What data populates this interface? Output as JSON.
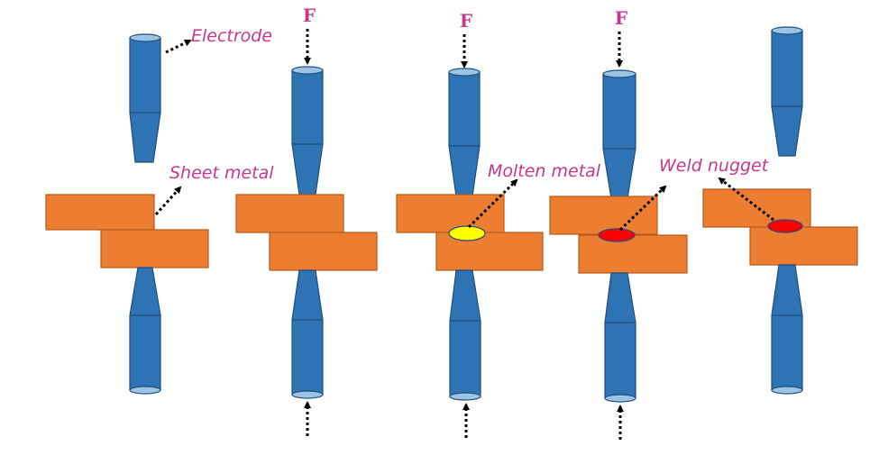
{
  "labels": {
    "electrode": "Electrode",
    "sheet_metal": "Sheet metal",
    "molten_metal": "Molten metal",
    "weld_nugget": "Weld nugget"
  },
  "force_symbol": "F",
  "colors": {
    "electrode": "#2e74b5",
    "electrode_outline": "#1f4e79",
    "electrode_face": "#9dc3e6",
    "sheet": "#ed7d31",
    "molten_metal": "#ffff00",
    "weld_nugget": "#ff0000",
    "label": "#c8388a"
  },
  "stages": [
    {
      "force_applied": false,
      "spot": "none"
    },
    {
      "force_applied": true,
      "spot": "none"
    },
    {
      "force_applied": true,
      "spot": "molten"
    },
    {
      "force_applied": true,
      "spot": "nugget"
    },
    {
      "force_applied": false,
      "spot": "nugget"
    }
  ]
}
